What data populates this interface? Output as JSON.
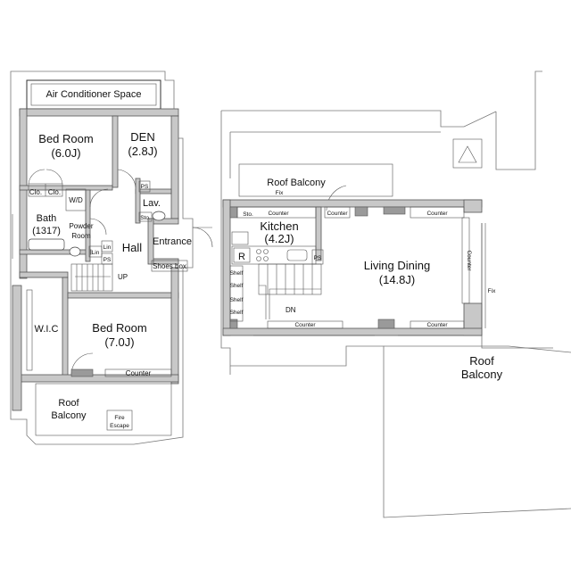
{
  "plan": {
    "rooms_left": {
      "ac_space": "Air Conditioner Space",
      "bedroom1_name": "Bed Room",
      "bedroom1_size": "(6.0J)",
      "den_name": "DEN",
      "den_size": "(2.8J)",
      "clo1": "Clo.",
      "clo2": "Clo.",
      "wd": "W/D",
      "ps1": "PS",
      "lav": "Lav.",
      "sto1": "Sto.",
      "bath_name": "Bath",
      "bath_size": "(1317)",
      "powder1": "Powder",
      "powder2": "Room",
      "hall": "Hall",
      "entrance": "Entrance",
      "lin1": "Lin",
      "lin2": "Lin",
      "ps2": "PS",
      "shoes": "Shoes box",
      "up": "UP",
      "wic": "W.I.C",
      "bedroom2_name": "Bed Room",
      "bedroom2_size": "(7.0J)",
      "counter": "Counter",
      "roof1": "Roof",
      "roof2": "Balcony",
      "fire1": "Fire",
      "fire2": "Escape"
    },
    "rooms_right": {
      "roof_balcony_top": "Roof Balcony",
      "fix_top": "Fix",
      "sto": "Sto.",
      "counter_kitchen": "Counter",
      "counter_mid": "Counter",
      "counter_right": "Counter",
      "kitchen_name": "Kitchen",
      "kitchen_size": "(4.2J)",
      "fridge": "R",
      "ps": "PS",
      "living_name": "Living Dining",
      "living_size": "(14.8J)",
      "counter_vertical": "Counter",
      "fix_right": "Fix",
      "shelf1": "Shelf",
      "shelf2": "Shelf",
      "shelf3": "Shelf",
      "shelf4": "Shelf",
      "dn": "DN",
      "counter_bottom_left": "Counter",
      "counter_bottom_right": "Counter",
      "roof_balcony_bottom1": "Roof",
      "roof_balcony_bottom2": "Balcony"
    }
  }
}
